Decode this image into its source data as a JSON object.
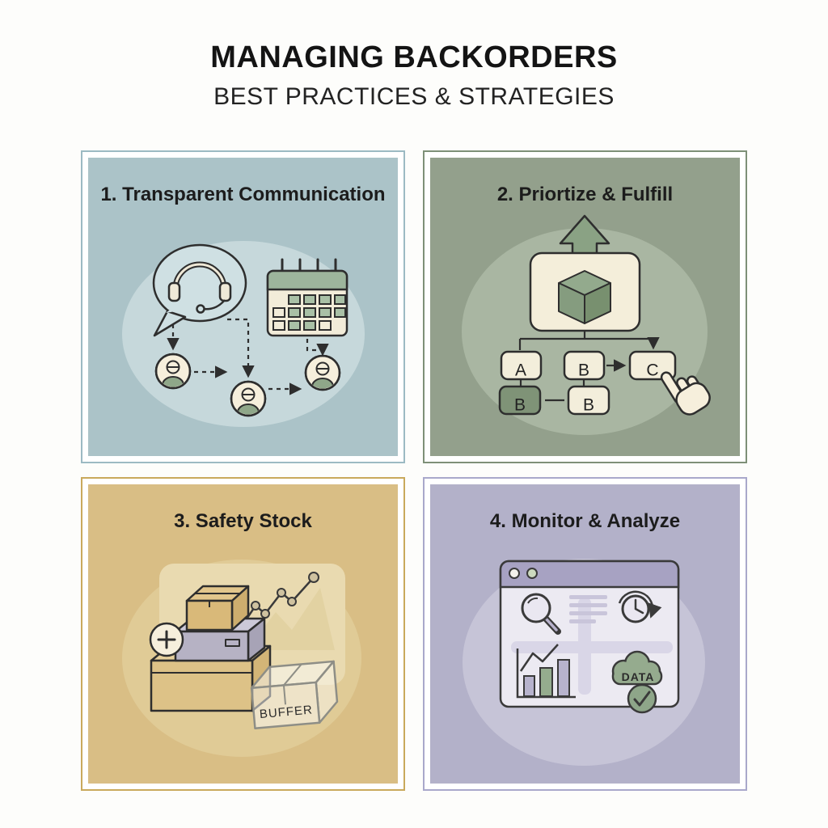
{
  "page": {
    "title": "MANAGING BACKORDERS",
    "subtitle": "BEST PRACTICES & STRATEGIES",
    "background": "#fdfdfb"
  },
  "panels": [
    {
      "number": "1",
      "label": "1. Transparent Communication",
      "fill": "#abc3c8",
      "border": "#9cbac3",
      "halo": "#c6d8db",
      "icons": [
        "speech-bubble-icon",
        "headset-icon",
        "calendar-icon",
        "person-icon",
        "dashed-arrow-icon"
      ]
    },
    {
      "number": "2",
      "label": "2. Priortize & Fulfill",
      "fill": "#93a08c",
      "border": "#7e9078",
      "halo": "#a9b6a2",
      "flow_top": [
        "A",
        "B",
        "C"
      ],
      "flow_bottom": [
        "B",
        "B"
      ],
      "icons": [
        "up-arrow-icon",
        "package-box-icon",
        "flowchart-boxes",
        "hand-cursor-icon"
      ]
    },
    {
      "number": "3",
      "label": "3. Safety Stock",
      "fill": "#d9be85",
      "border": "#c9a95c",
      "halo": "#e0cb96",
      "buffer_label": "BUFFER",
      "icons": [
        "stacked-boxes-icon",
        "plus-circle-icon",
        "trend-line-chart-icon",
        "buffer-box-icon"
      ]
    },
    {
      "number": "4",
      "label": "4. Monitor & Analyze",
      "fill": "#b3b1c9",
      "border": "#a9a8cb",
      "halo": "#c6c4d7",
      "data_label": "DATA",
      "icons": [
        "browser-window-icon",
        "magnifier-icon",
        "history-clock-icon",
        "bar-chart-icon",
        "data-cloud-icon",
        "check-circle-icon"
      ]
    }
  ]
}
